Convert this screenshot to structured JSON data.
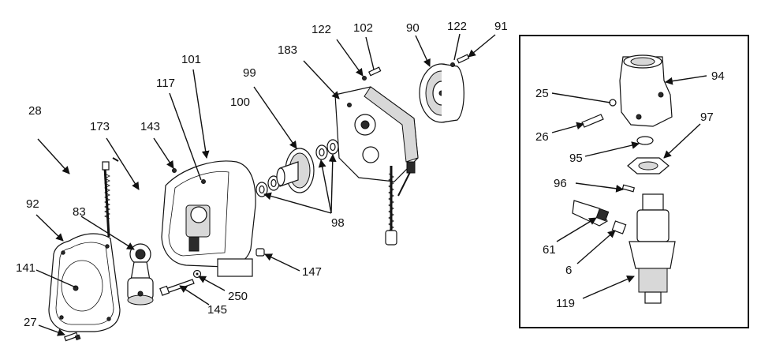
{
  "diagram": {
    "callouts": {
      "c28": "28",
      "c173": "173",
      "c143": "143",
      "c117": "117",
      "c101": "101",
      "c99": "99",
      "c100": "100",
      "c183": "183",
      "c122a": "122",
      "c102": "102",
      "c90": "90",
      "c122b": "122",
      "c91": "91",
      "c92": "92",
      "c83": "83",
      "c141": "141",
      "c27": "27",
      "c98": "98",
      "c147": "147",
      "c250": "250",
      "c145": "145",
      "c94": "94",
      "c25": "25",
      "c97": "97",
      "c26": "26",
      "c95": "95",
      "c96": "96",
      "c61": "61",
      "c6": "6",
      "c119": "119"
    }
  }
}
